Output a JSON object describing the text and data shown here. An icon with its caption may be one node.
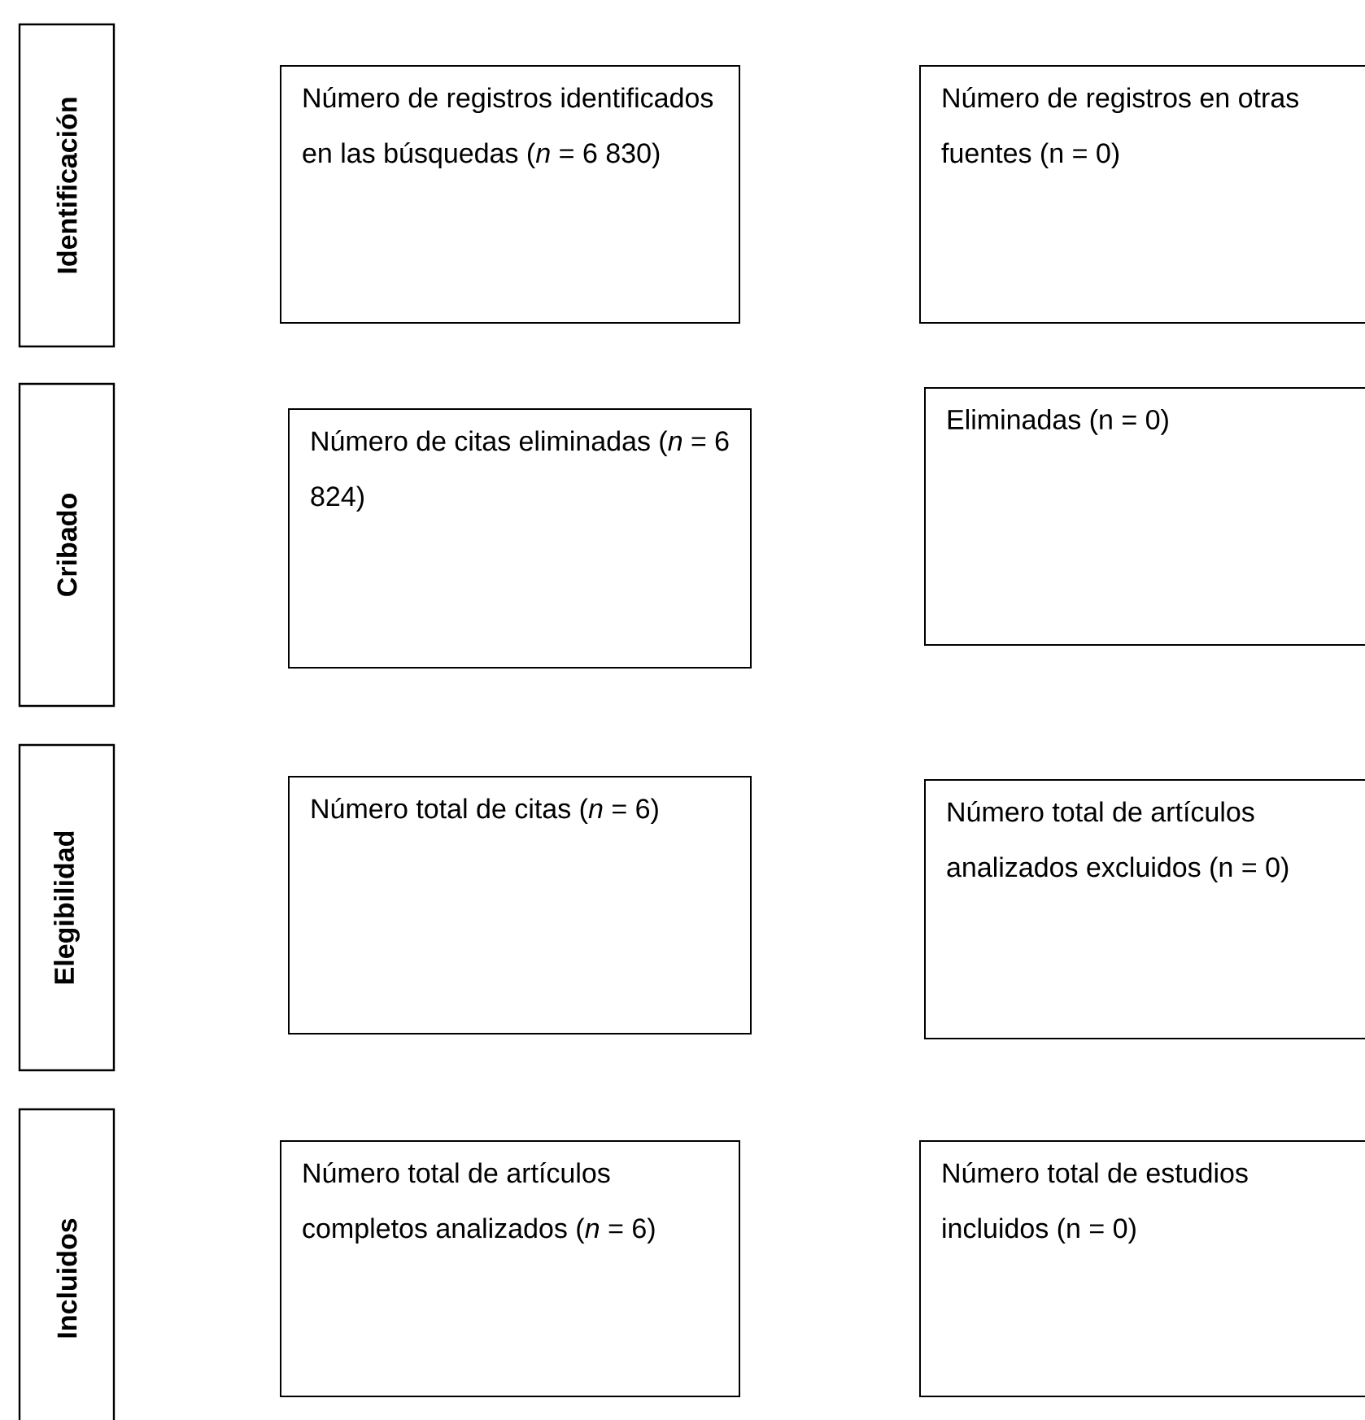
{
  "diagram": {
    "nodes": [
      {
        "text": [
          "Identificación"
        ]
      },
      {
        "text": [
          "Número de registros identificados en las búsquedas (*n* = 6 830)"
        ]
      },
      {
        "text": [
          "Número de registros en otras fuentes (n = 0)"
        ]
      },
      {
        "text": [
          "Cribado"
        ]
      },
      {
        "text": [
          "Número de citas eliminadas (*n* = 6 824)"
        ]
      },
      {
        "text": [
          "Eliminadas (n = 0)"
        ]
      },
      {
        "text": [
          "Elegibilidad"
        ]
      },
      {
        "text": [
          "Número total de citas (*n* = 6)"
        ]
      },
      {
        "text": [
          "Número total de artículos analizados excluidos (n = 0)"
        ]
      },
      {
        "text": [
          "Incluidos"
        ]
      },
      {
        "text": [
          "Número total de artículos completos analizados (*n* = 6)"
        ]
      },
      {
        "text": [
          "Número total de estudios incluidos (n = 0)"
        ]
      }
    ]
  }
}
